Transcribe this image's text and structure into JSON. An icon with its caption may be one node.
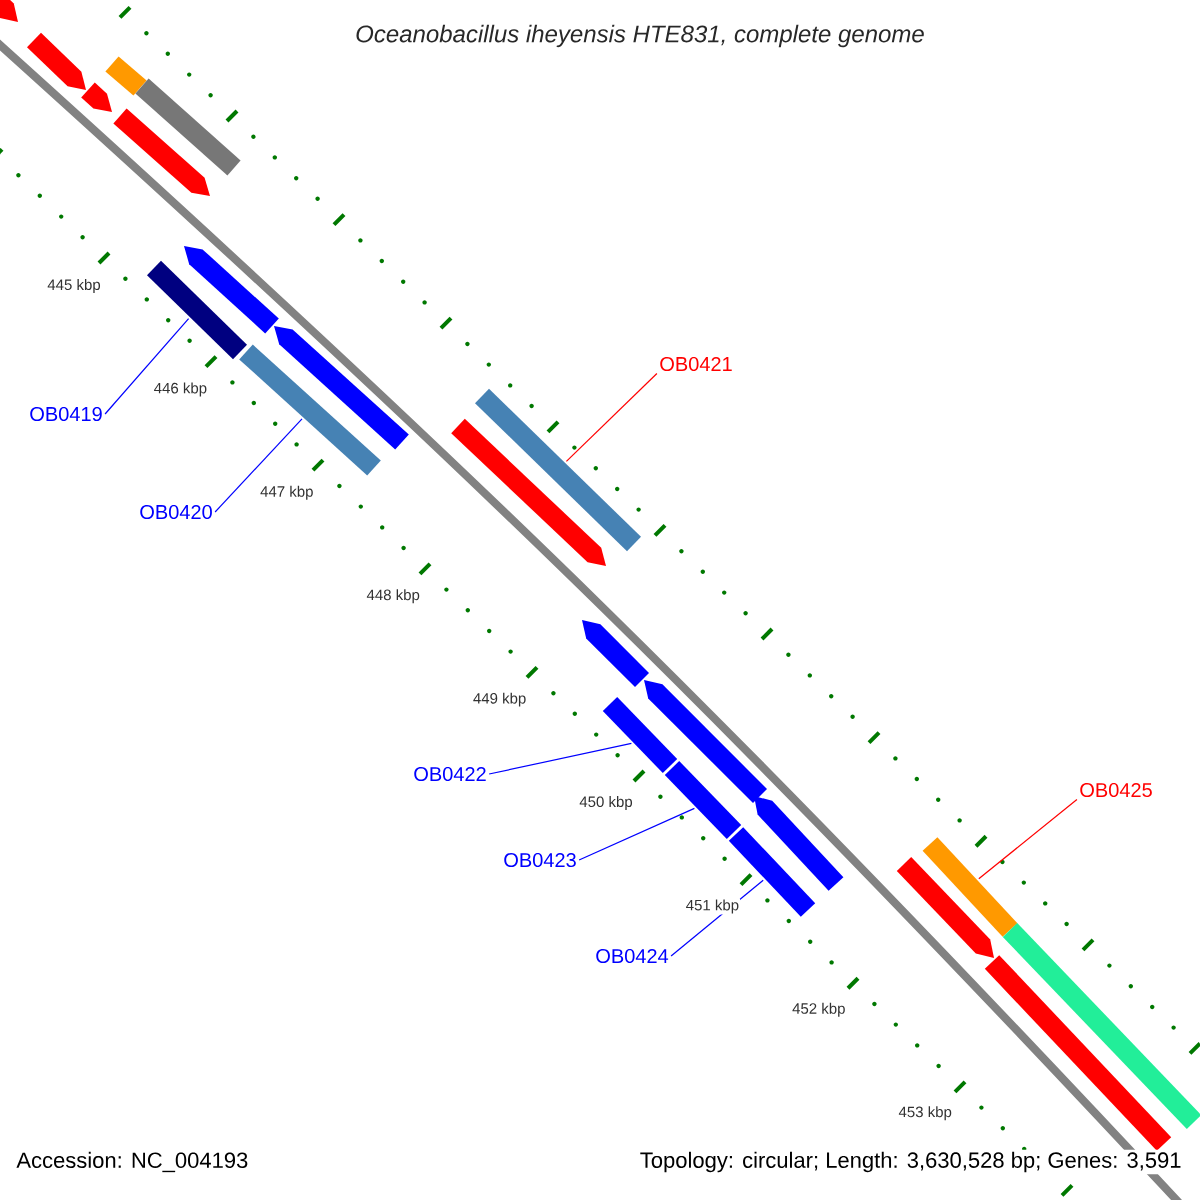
{
  "diagram": {
    "title": "Oceanobacillus iheyensis HTE831, complete genome",
    "nodes": [
      {
        "text": [],
        "shape": "arrow"
      },
      {
        "text": [],
        "shape": "arrow"
      },
      {
        "text": [],
        "shape": "arrow"
      },
      {
        "text": [],
        "shape": "bar"
      },
      {
        "text": [],
        "shape": "bar"
      },
      {
        "text": [],
        "shape": "arrow"
      },
      {
        "text": [
          "OB0419"
        ]
      },
      {
        "text": [],
        "shape": "bar"
      },
      {
        "text": [],
        "shape": "arrow"
      },
      {
        "text": [],
        "shape": "arrow"
      },
      {
        "text": [
          "OB0420"
        ]
      },
      {
        "text": [],
        "shape": "bar"
      },
      {
        "text": [
          "OB0421"
        ]
      },
      {
        "text": [],
        "shape": "bar"
      },
      {
        "text": [],
        "shape": "arrow"
      },
      {
        "text": [],
        "shape": "arrow"
      },
      {
        "text": [],
        "shape": "arrow"
      },
      {
        "text": [],
        "shape": "arrow"
      },
      {
        "text": [
          "OB0422"
        ]
      },
      {
        "text": [],
        "shape": "bar"
      },
      {
        "text": [
          "OB0423"
        ]
      },
      {
        "text": [],
        "shape": "bar"
      },
      {
        "text": [
          "OB0424"
        ]
      },
      {
        "text": [],
        "shape": "bar"
      },
      {
        "text": [
          "OB0425"
        ]
      },
      {
        "text": [],
        "shape": "bar"
      },
      {
        "text": [],
        "shape": "bar"
      },
      {
        "text": [],
        "shape": "arrow"
      },
      {
        "text": [],
        "shape": "bar"
      }
    ],
    "edges": [
      {
        "from": 6,
        "to": 7,
        "arrow": "none"
      },
      {
        "from": 10,
        "to": 11,
        "arrow": "none"
      },
      {
        "from": 12,
        "to": 13,
        "arrow": "none",
        "color": "#ff0000"
      },
      {
        "from": 18,
        "to": 19,
        "arrow": "none"
      },
      {
        "from": 20,
        "to": 21,
        "arrow": "none"
      },
      {
        "from": 22,
        "to": 23,
        "arrow": "none"
      },
      {
        "from": 24,
        "to": 25,
        "arrow": "none",
        "color": "#ff0000"
      }
    ],
    "labels": [
      "445 kbp",
      "446 kbp",
      "447 kbp",
      "448 kbp",
      "449 kbp",
      "450 kbp",
      "451 kbp",
      "452 kbp",
      "453 kbp",
      "Accession: NC_004193",
      "Topology: circular; Length: 3,630,528 bp; Genes: 3,591"
    ]
  }
}
